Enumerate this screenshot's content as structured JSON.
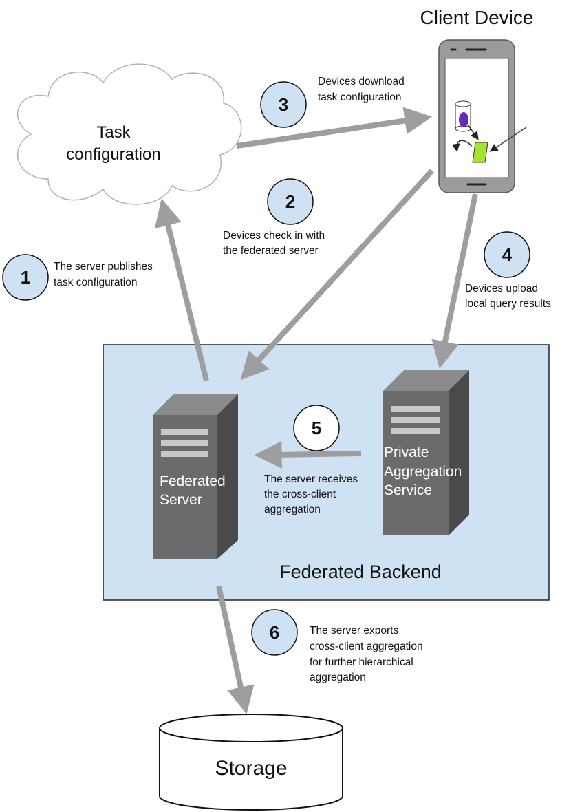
{
  "colors": {
    "arrow": "#9e9e9e",
    "backend_fill": "#cfe2f3",
    "badge_fill": "#cfe2f3",
    "server_front": "#6b6b6b",
    "server_side": "#4a4a4a",
    "server_top": "#8a8a8a",
    "phone_body": "#9b9b9b",
    "cylinder_fill": "#ffffff",
    "purple": "#6a2ab8",
    "green": "#a6e22e"
  },
  "icons": {
    "cloud": "cloud-icon",
    "phone": "smartphone-icon",
    "server": "server-icon",
    "database": "database-icon"
  },
  "labels": {
    "client_device": "Client Device",
    "task_config_line1": "Task",
    "task_config_line2": "configuration",
    "federated_backend": "Federated Backend",
    "federated_server_line1": "Federated",
    "federated_server_line2": "Server",
    "private_agg_line1": "Private",
    "private_agg_line2": "Aggregation",
    "private_agg_line3": "Service",
    "storage": "Storage"
  },
  "steps": [
    {
      "number": "1",
      "lines": [
        "The server publishes",
        "task configuration"
      ]
    },
    {
      "number": "2",
      "lines": [
        "Devices check in with",
        "the federated server"
      ]
    },
    {
      "number": "3",
      "lines": [
        "Devices download",
        "task configuration"
      ]
    },
    {
      "number": "4",
      "lines": [
        "Devices upload",
        "local query results"
      ]
    },
    {
      "number": "5",
      "lines": [
        "The server receives",
        "the cross-client",
        "aggregation"
      ]
    },
    {
      "number": "6",
      "lines": [
        "The server exports",
        "cross-client aggregation",
        "for further hierarchical",
        "aggregation"
      ]
    }
  ]
}
